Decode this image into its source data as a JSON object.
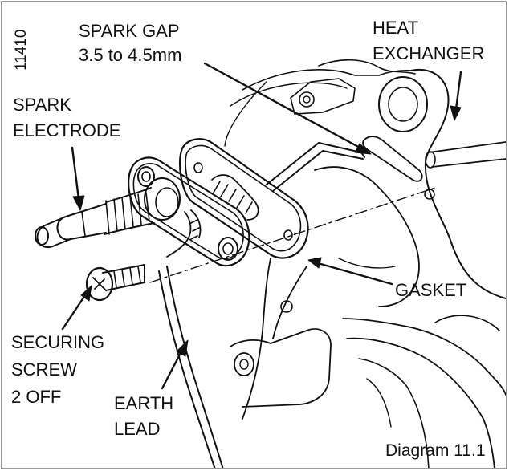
{
  "figure_number": "11410",
  "caption": "Diagram 11.1",
  "labels": {
    "spark_gap": [
      "SPARK GAP",
      "3.5 to 4.5mm"
    ],
    "heat_exchanger": [
      "HEAT",
      "EXCHANGER"
    ],
    "spark_electrode": [
      "SPARK",
      "ELECTRODE"
    ],
    "gasket": [
      "GASKET"
    ],
    "securing_screw": [
      "SECURING",
      "SCREW",
      "2 OFF"
    ],
    "earth_lead": [
      "EARTH",
      "LEAD"
    ]
  }
}
